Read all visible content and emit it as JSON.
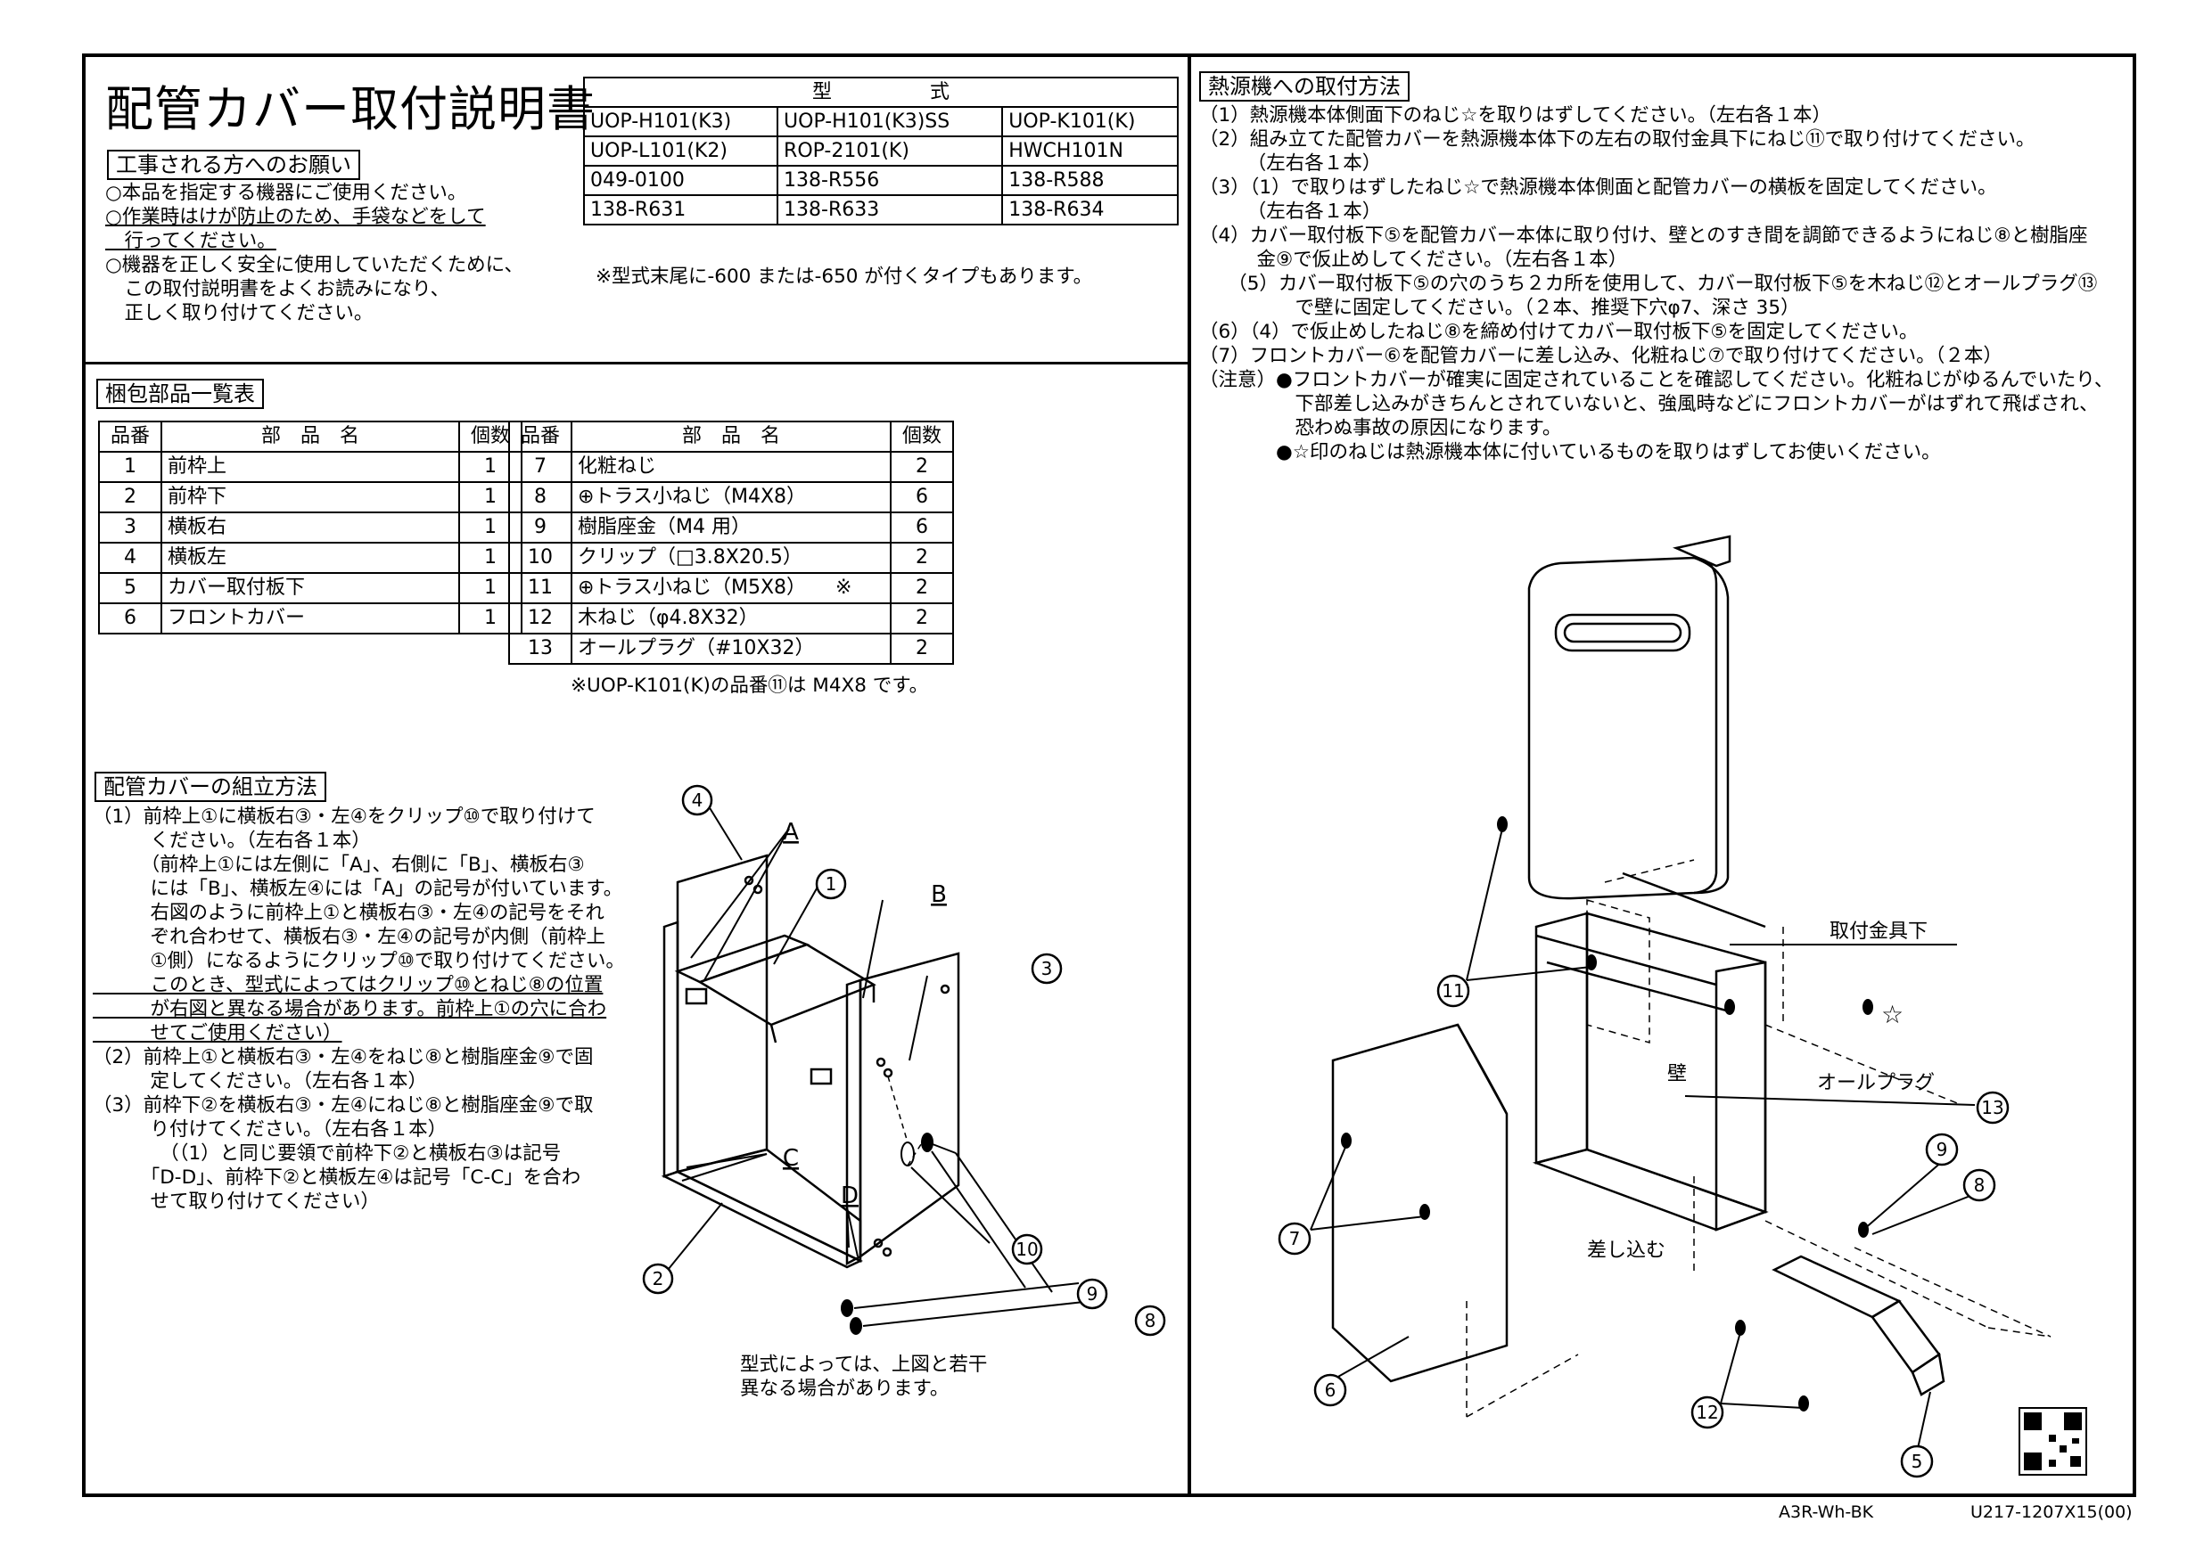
{
  "title": "配管カバー取付説明書",
  "request": {
    "label": "工事される方へのお願い",
    "lines": [
      "○本品を指定する機器にご使用ください。",
      "○作業時はけが防止のため、手袋などをして",
      "　行ってください。",
      "○機器を正しく安全に使用していただくために、",
      "　この取付説明書をよくお読みになり、",
      "　正しく取り付けてください。"
    ]
  },
  "models": {
    "header": "型　　　　　式",
    "rows": [
      [
        "UOP-H101(K3)",
        "UOP-H101(K3)SS",
        "UOP-K101(K)"
      ],
      [
        "UOP-L101(K2)",
        "ROP-2101(K)",
        "HWCH101N"
      ],
      [
        "049-0100",
        "138-R556",
        "138-R588"
      ],
      [
        "138-R631",
        "138-R633",
        "138-R634"
      ]
    ],
    "note": "※型式末尾に-600 または-650 が付くタイプもあります。"
  },
  "parts": {
    "label": "梱包部品一覧表",
    "headers": [
      "品番",
      "部　品　名",
      "個数"
    ],
    "left": [
      [
        "1",
        "前枠上",
        "1"
      ],
      [
        "2",
        "前枠下",
        "1"
      ],
      [
        "3",
        "横板右",
        "1"
      ],
      [
        "4",
        "横板左",
        "1"
      ],
      [
        "5",
        "カバー取付板下",
        "1"
      ],
      [
        "6",
        "フロントカバー",
        "1"
      ]
    ],
    "right": [
      [
        "7",
        "化粧ねじ",
        "2"
      ],
      [
        "8",
        "⊕トラス小ねじ（M4X8）",
        "6"
      ],
      [
        "9",
        "樹脂座金（M4 用）",
        "6"
      ],
      [
        "10",
        "クリップ（□3.8X20.5）",
        "2"
      ],
      [
        "11",
        "⊕トラス小ねじ（M5X8）　　※",
        "2"
      ],
      [
        "12",
        "木ねじ（φ4.8X32）",
        "2"
      ],
      [
        "13",
        "オールプラグ（#10X32）",
        "2"
      ]
    ],
    "note": "※UOP-K101(K)の品番⑪は M4X8 です。"
  },
  "assembly": {
    "label": "配管カバーの組立方法",
    "lines": [
      {
        "t": "（1）前枠上①に横板右③・左④をクリップ⑩で取り付けて",
        "u": false
      },
      {
        "t": "　　　ください。（左右各１本）",
        "u": false
      },
      {
        "t": "　　　（前枠上①には左側に「A」、右側に「B」、横板右③",
        "u": false
      },
      {
        "t": "　　　には「B」、横板左④には「A」の記号が付いています。",
        "u": false
      },
      {
        "t": "　　　右図のように前枠上①と横板右③・左④の記号をそれ",
        "u": false
      },
      {
        "t": "　　　ぞれ合わせて、横板右③・左④の記号が内側（前枠上",
        "u": false
      },
      {
        "t": "　　　①側）になるようにクリップ⑩で取り付けてください。",
        "u": false
      },
      {
        "t": "　　　このとき、型式によってはクリップ⑩とねじ⑧の位置",
        "u": true
      },
      {
        "t": "　　　が右図と異なる場合があります。前枠上①の穴に合わ",
        "u": true
      },
      {
        "t": "　　　せてご使用ください）",
        "u": true
      },
      {
        "t": "（2）前枠上①と横板右③・左④をねじ⑧と樹脂座金⑨で固",
        "u": false
      },
      {
        "t": "　　　定してください。（左右各１本）",
        "u": false
      },
      {
        "t": "（3）前枠下②を横板右③・左④にねじ⑧と樹脂座金⑨で取",
        "u": false
      },
      {
        "t": "　　　り付けてください。（左右各１本）",
        "u": false
      },
      {
        "t": "　　　　（（1）と同じ要領で前枠下②と横板右③は記号",
        "u": false
      },
      {
        "t": "　　　「D-D」、前枠下②と横板左④は記号「C-C」を合わ",
        "u": false
      },
      {
        "t": "　　　せて取り付けてください）",
        "u": false
      }
    ],
    "fig_note": [
      "型式によっては、上図と若干",
      "異なる場合があります。"
    ],
    "callouts": {
      "n1": "1",
      "n2": "2",
      "n3": "3",
      "n4": "4",
      "n8": "8",
      "n9": "9",
      "n10": "10",
      "a": "A",
      "b": "B",
      "c": "C",
      "d": "D"
    }
  },
  "install": {
    "label": "熱源機への取付方法",
    "lines": [
      "（1）熱源機本体側面下のねじ☆を取りはずしてください。（左右各１本）",
      "（2）組み立てた配管カバーを熱源機本体下の左右の取付金具下にねじ⑪で取り付けてください。",
      "　　　（左右各１本）",
      "（3）（1）で取りはずしたねじ☆で熱源機本体側面と配管カバーの横板を固定してください。",
      "　　　（左右各１本）",
      "（4）カバー取付板下⑤を配管カバー本体に取り付け、壁とのすき間を調節できるようにねじ⑧と樹脂座",
      "　　　金⑨で仮止めしてください。（左右各１本）",
      "　　（5）カバー取付板下⑤の穴のうち２カ所を使用して、カバー取付板下⑤を木ねじ⑫とオールプラグ⑬",
      "　　　　　で壁に固定してください。（２本、推奨下穴φ7、深さ 35）",
      "（6）（4）で仮止めしたねじ⑧を締め付けてカバー取付板下⑤を固定してください。",
      "（7）フロントカバー⑥を配管カバーに差し込み、化粧ねじ⑦で取り付けてください。（２本）",
      "（注意）●フロントカバーが確実に固定されていることを確認してください。化粧ねじがゆるんでいたり、",
      "　　　　　下部差し込みがきちんとされていないと、強風時などにフロントカバーがはずれて飛ばされ、",
      "　　　　　恐わぬ事故の原因になります。",
      "　　　　●☆印のねじは熱源機本体に付いているものを取りはずしてお使いください。"
    ],
    "labels": {
      "bracket": "取付金具下",
      "plug": "オールプラグ",
      "wall": "壁",
      "insert": "差し込む",
      "star": "☆"
    },
    "callouts": {
      "n5": "5",
      "n6": "6",
      "n7": "7",
      "n8": "8",
      "n9": "9",
      "n11": "11",
      "n12": "12",
      "n13": "13"
    }
  },
  "footer": {
    "left": "A3R-Wh-BK",
    "right": "U217-1207X15(00)"
  }
}
